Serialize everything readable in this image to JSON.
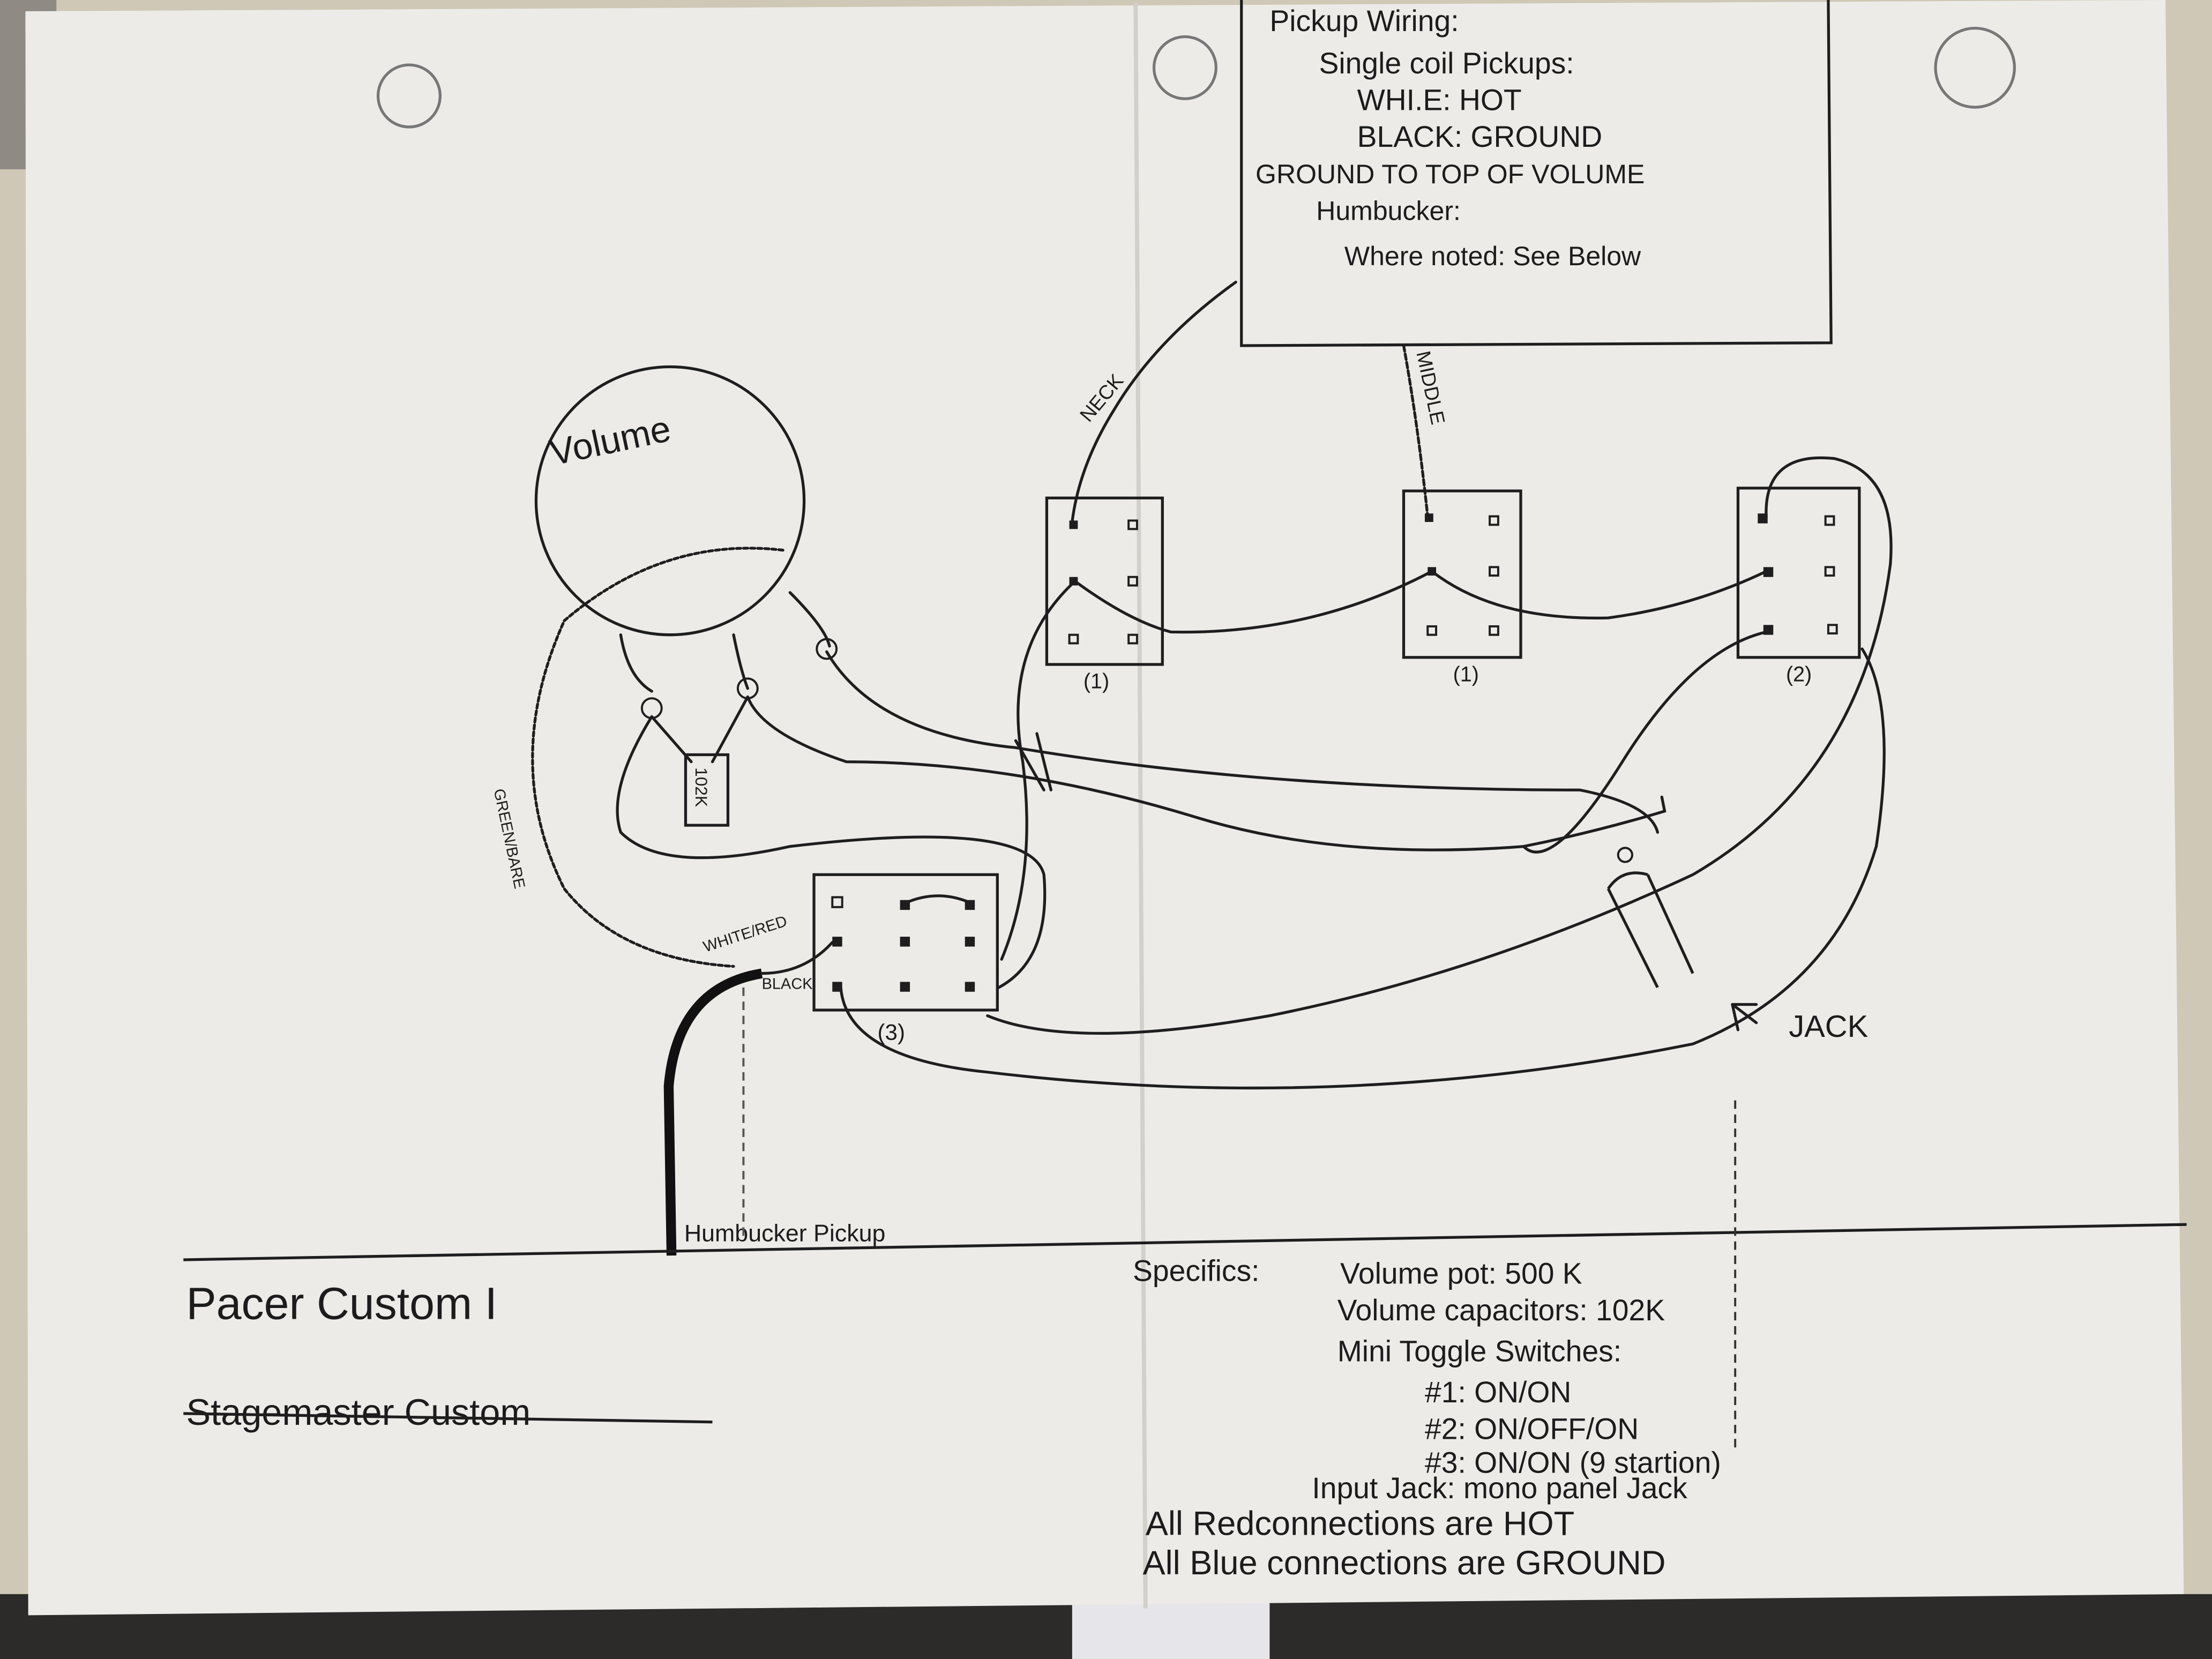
{
  "colors": {
    "paper": "#ecebe7",
    "ink": "#1c1c1c",
    "table": "#d8d2c2"
  },
  "sheet": {
    "title": "Pacer Custom I",
    "subtitle_struck": "Stagemaster Custom"
  },
  "notes_box": {
    "lines": [
      "Pickup Wiring:",
      "Single coil Pickups:",
      "WHI.E: HOT",
      "BLACK: GROUND",
      "GROUND TO TOP OF VOLUME",
      "Humbucker:",
      "Where noted: See Below"
    ]
  },
  "diagram": {
    "volume_label": "Volume",
    "capacitor_label": "102K",
    "ground_wire_label": "GREEN/BARE",
    "neck_label": "NECK",
    "middle_label": "MIDDLE",
    "switches": [
      {
        "label": "(1)"
      },
      {
        "label": "(1)"
      },
      {
        "label": "(2)"
      },
      {
        "label": "(3)"
      }
    ],
    "humbucker_white_label": "WHITE/RED",
    "humbucker_black_label": "BLACK",
    "jack_label": "JACK",
    "humbucker_label": "Humbucker Pickup"
  },
  "specifics": {
    "heading": "Specifics:",
    "lines": [
      "Volume pot: 500 K",
      "Volume capacitors: 102K",
      "Mini Toggle Switches:",
      "#1: ON/ON",
      "#2: ON/OFF/ON",
      "#3: ON/ON (9 startion)",
      "Input Jack: mono panel Jack",
      "All Redconnections are HOT",
      "All Blue connections are GROUND"
    ]
  }
}
